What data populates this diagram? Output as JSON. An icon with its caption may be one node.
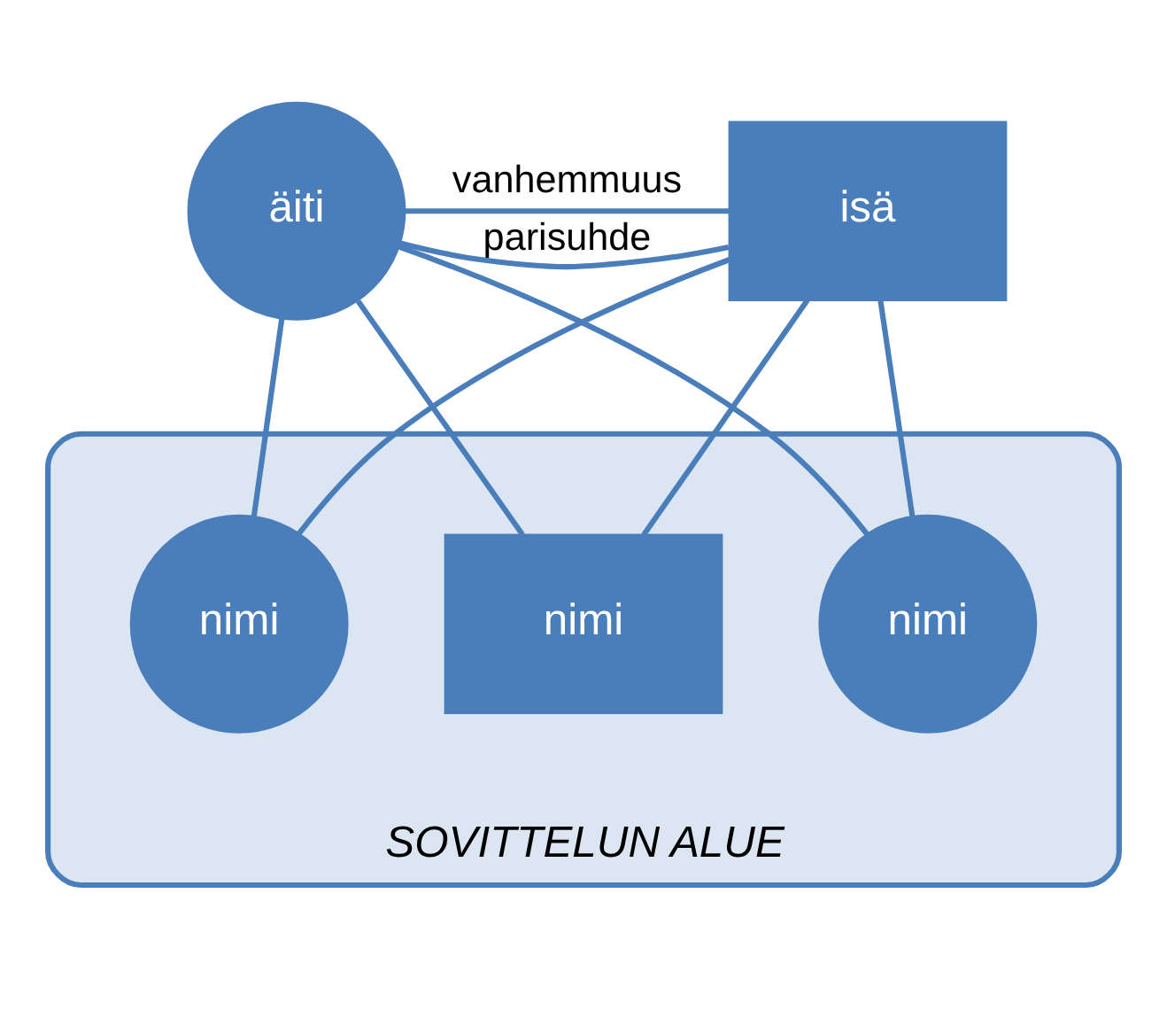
{
  "diagram": {
    "nodes": [
      {
        "text": [
          "äiti"
        ]
      },
      {
        "text": [
          "isä"
        ]
      },
      {
        "text": [
          "SOVITTELUN ALUE"
        ]
      },
      {
        "text": [
          "nimi"
        ],
        "in": 2
      },
      {
        "text": [
          "nimi"
        ],
        "in": 2
      },
      {
        "text": [
          "nimi"
        ],
        "in": 2
      }
    ],
    "edges": [
      {
        "from": 0,
        "to": 1,
        "arrow": "none",
        "label": "parisuhde"
      },
      {
        "from": 0,
        "to": 1,
        "arrow": "none",
        "label": "vanhemmuus"
      },
      {
        "from": 0,
        "to": 3,
        "arrow": "none"
      },
      {
        "from": 0,
        "to": 4,
        "arrow": "none"
      },
      {
        "from": 0,
        "to": 5,
        "arrow": "none"
      },
      {
        "from": 1,
        "to": 3,
        "arrow": "none"
      },
      {
        "from": 1,
        "to": 4,
        "arrow": "none"
      },
      {
        "from": 1,
        "to": 5,
        "arrow": "none"
      }
    ]
  }
}
